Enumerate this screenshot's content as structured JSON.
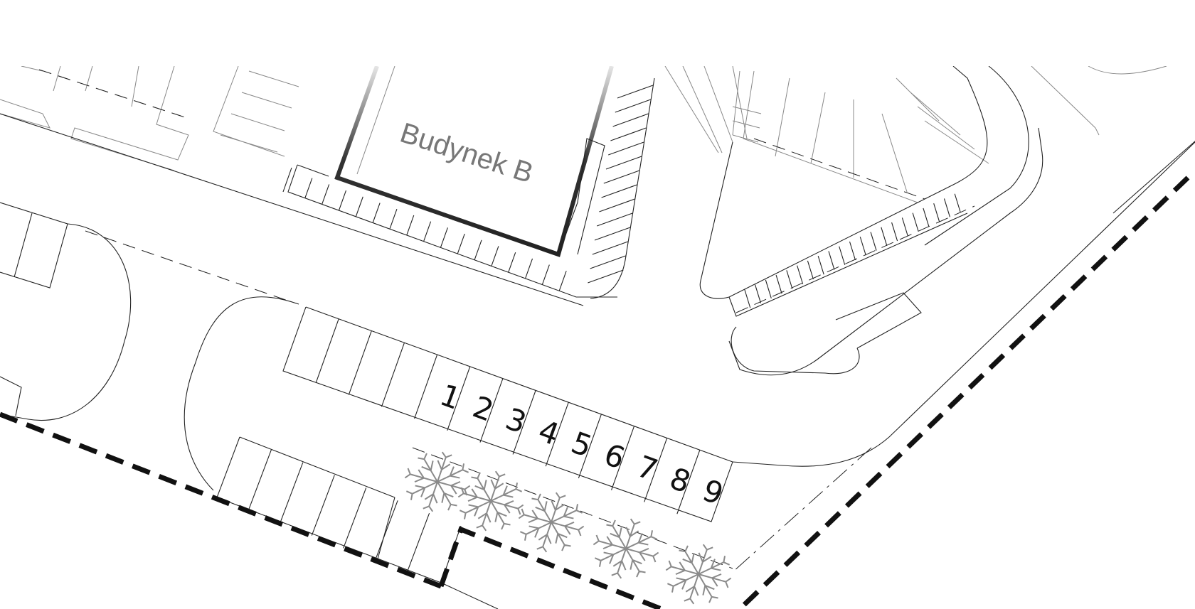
{
  "building": {
    "label": "Budynek B"
  },
  "parking_spots": [
    "1",
    "2",
    "3",
    "4",
    "5",
    "6",
    "7",
    "8",
    "9"
  ],
  "colors": {
    "lines": "#222222",
    "building_outline": "#333333",
    "building_label": "#777777",
    "trees": "#8a8a8a",
    "boundary": "#111111"
  },
  "icons": {
    "tree": "tree-icon"
  },
  "trees_count": 5
}
